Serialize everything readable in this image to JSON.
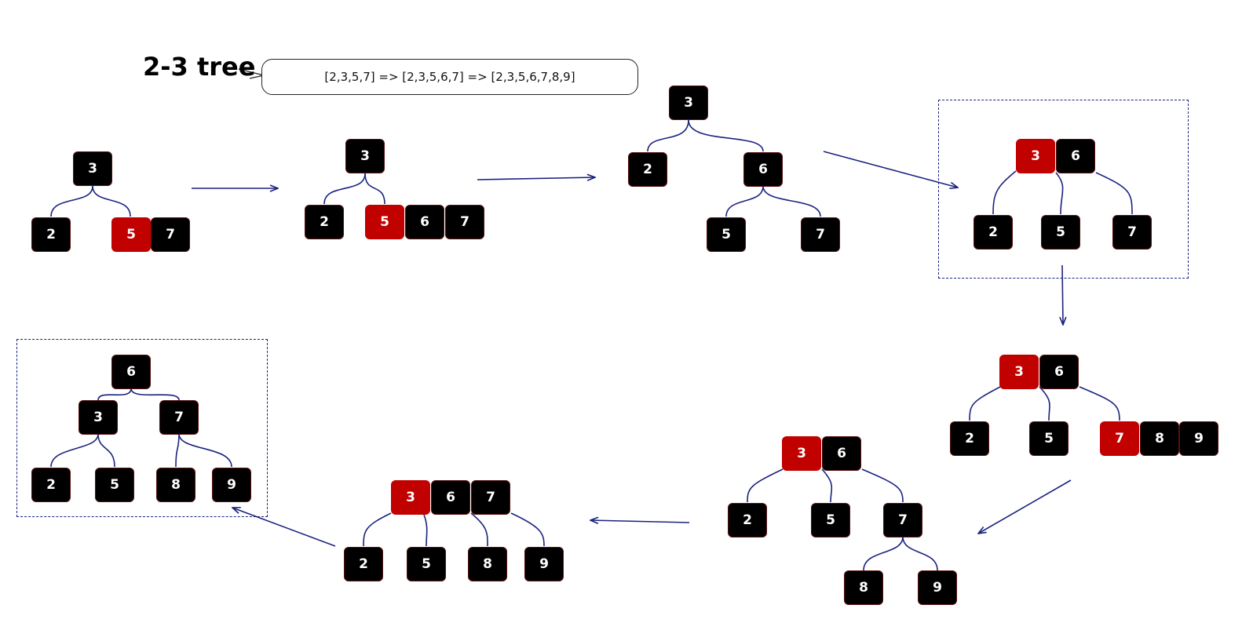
{
  "title": "2-3 tree",
  "callout_text": "[2,3,5,7] => [2,3,5,6,7] => [2,3,5,6,7,8,9]",
  "colors": {
    "black_node": "#000000",
    "red_node": "#c10000",
    "edge": "#1a237e",
    "arrow": "#1a237e"
  },
  "trees": [
    {
      "id": "t1",
      "nodes": [
        {
          "id": "a",
          "label": "3",
          "color": "black"
        },
        {
          "id": "b",
          "label": "2",
          "color": "black"
        },
        {
          "id": "c",
          "label": "5",
          "color": "red"
        },
        {
          "id": "d",
          "label": "7",
          "color": "black"
        }
      ]
    },
    {
      "id": "t2",
      "nodes": [
        {
          "id": "a",
          "label": "3",
          "color": "black"
        },
        {
          "id": "b",
          "label": "2",
          "color": "black"
        },
        {
          "id": "c",
          "label": "5",
          "color": "red"
        },
        {
          "id": "d",
          "label": "6",
          "color": "black"
        },
        {
          "id": "e",
          "label": "7",
          "color": "black"
        }
      ]
    },
    {
      "id": "t3",
      "nodes": [
        {
          "id": "a",
          "label": "3",
          "color": "black"
        },
        {
          "id": "b",
          "label": "2",
          "color": "black"
        },
        {
          "id": "c",
          "label": "6",
          "color": "black"
        },
        {
          "id": "d",
          "label": "5",
          "color": "black"
        },
        {
          "id": "e",
          "label": "7",
          "color": "black"
        }
      ]
    },
    {
      "id": "t4",
      "nodes": [
        {
          "id": "a",
          "label": "3",
          "color": "red"
        },
        {
          "id": "b",
          "label": "6",
          "color": "black"
        },
        {
          "id": "c",
          "label": "2",
          "color": "black"
        },
        {
          "id": "d",
          "label": "5",
          "color": "black"
        },
        {
          "id": "e",
          "label": "7",
          "color": "black"
        }
      ]
    },
    {
      "id": "t5",
      "nodes": [
        {
          "id": "a",
          "label": "3",
          "color": "red"
        },
        {
          "id": "b",
          "label": "6",
          "color": "black"
        },
        {
          "id": "c",
          "label": "2",
          "color": "black"
        },
        {
          "id": "d",
          "label": "5",
          "color": "black"
        },
        {
          "id": "e",
          "label": "7",
          "color": "red"
        },
        {
          "id": "f",
          "label": "8",
          "color": "black"
        },
        {
          "id": "g",
          "label": "9",
          "color": "black"
        }
      ]
    },
    {
      "id": "t6",
      "nodes": [
        {
          "id": "a",
          "label": "3",
          "color": "red"
        },
        {
          "id": "b",
          "label": "6",
          "color": "black"
        },
        {
          "id": "c",
          "label": "2",
          "color": "black"
        },
        {
          "id": "d",
          "label": "5",
          "color": "black"
        },
        {
          "id": "e",
          "label": "7",
          "color": "black"
        },
        {
          "id": "f",
          "label": "8",
          "color": "black"
        },
        {
          "id": "g",
          "label": "9",
          "color": "black"
        }
      ]
    },
    {
      "id": "t7",
      "nodes": [
        {
          "id": "a",
          "label": "3",
          "color": "red"
        },
        {
          "id": "b",
          "label": "6",
          "color": "black"
        },
        {
          "id": "c",
          "label": "7",
          "color": "black"
        },
        {
          "id": "d",
          "label": "2",
          "color": "black"
        },
        {
          "id": "e",
          "label": "5",
          "color": "black"
        },
        {
          "id": "f",
          "label": "8",
          "color": "black"
        },
        {
          "id": "g",
          "label": "9",
          "color": "black"
        }
      ]
    },
    {
      "id": "t8",
      "nodes": [
        {
          "id": "a",
          "label": "6",
          "color": "black"
        },
        {
          "id": "b",
          "label": "3",
          "color": "black"
        },
        {
          "id": "c",
          "label": "7",
          "color": "black"
        },
        {
          "id": "d",
          "label": "2",
          "color": "black"
        },
        {
          "id": "e",
          "label": "5",
          "color": "black"
        },
        {
          "id": "f",
          "label": "8",
          "color": "black"
        },
        {
          "id": "g",
          "label": "9",
          "color": "black"
        }
      ]
    }
  ]
}
